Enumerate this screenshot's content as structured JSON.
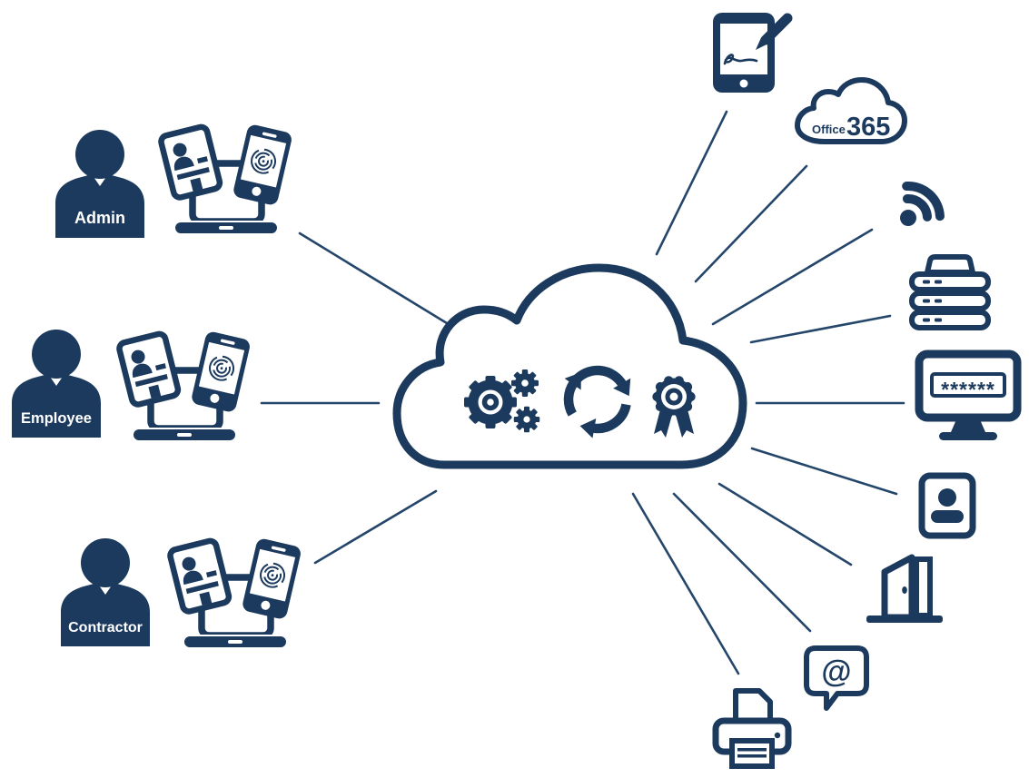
{
  "diagram_title": "cloud-identity-management-diagram",
  "colors": {
    "navy": "#1c3a5e",
    "line": "#24466b",
    "background": "#ffffff",
    "label_text": "#ffffff"
  },
  "users": [
    {
      "id": "admin",
      "label": "Admin",
      "icons": [
        "person-icon",
        "id-card-icon",
        "laptop-icon",
        "fingerprint-phone-icon"
      ]
    },
    {
      "id": "employee",
      "label": "Employee",
      "icons": [
        "person-icon",
        "id-card-icon",
        "laptop-icon",
        "fingerprint-phone-icon"
      ]
    },
    {
      "id": "contractor",
      "label": "Contractor",
      "icons": [
        "person-icon",
        "id-card-icon",
        "laptop-icon",
        "fingerprint-phone-icon"
      ]
    }
  ],
  "cloud": {
    "id": "central-cloud",
    "icons": [
      "gears-icon",
      "recycle-icon",
      "certificate-ribbon-icon"
    ]
  },
  "services": [
    {
      "id": "signature-tablet",
      "icon": "signature-tablet-icon"
    },
    {
      "id": "office-365",
      "icon": "office-365-cloud-icon",
      "label_office": "Office",
      "label_365": "365"
    },
    {
      "id": "wireless",
      "icon": "wifi-icon"
    },
    {
      "id": "server-stack",
      "icon": "server-stack-icon"
    },
    {
      "id": "password-monitor",
      "icon": "password-monitor-icon",
      "password_mask": "******"
    },
    {
      "id": "id-badge",
      "icon": "id-badge-icon"
    },
    {
      "id": "door",
      "icon": "door-icon"
    },
    {
      "id": "email",
      "icon": "email-bubble-icon",
      "symbol": "@"
    },
    {
      "id": "printer",
      "icon": "printer-icon"
    }
  ],
  "connections": [
    {
      "from": "cloud",
      "to": "admin"
    },
    {
      "from": "cloud",
      "to": "employee"
    },
    {
      "from": "cloud",
      "to": "contractor"
    },
    {
      "from": "cloud",
      "to": "signature-tablet"
    },
    {
      "from": "cloud",
      "to": "office-365"
    },
    {
      "from": "cloud",
      "to": "wireless"
    },
    {
      "from": "cloud",
      "to": "server-stack"
    },
    {
      "from": "cloud",
      "to": "password-monitor"
    },
    {
      "from": "cloud",
      "to": "id-badge"
    },
    {
      "from": "cloud",
      "to": "door"
    },
    {
      "from": "cloud",
      "to": "email"
    },
    {
      "from": "cloud",
      "to": "printer"
    }
  ]
}
